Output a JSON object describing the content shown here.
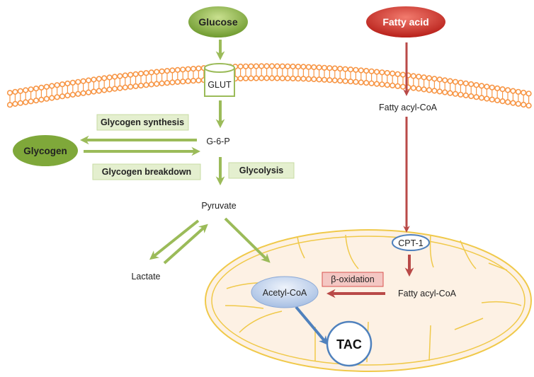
{
  "nodes": {
    "glucose": "Glucose",
    "fatty_acid": "Fatty acid",
    "glut": "GLUT",
    "fatty_acyl_coa_top": "Fatty acyl-CoA",
    "glycogen_synthesis": "Glycogen synthesis",
    "glycogen": "Glycogen",
    "g6p": "G-6-P",
    "glycogen_breakdown": "Glycogen breakdown",
    "glycolysis": "Glycolysis",
    "pyruvate": "Pyruvate",
    "lactate": "Lactate",
    "cpt1": "CPT-1",
    "beta_oxidation": "β-oxidation",
    "fatty_acyl_coa_mito": "Fatty acyl-CoA",
    "acetyl_coa": "Acetyl-CoA",
    "tac": "TAC"
  },
  "colors": {
    "green_arrow": "#9bbb59",
    "green_node": "#7fa83a",
    "red_arrow": "#b94a48",
    "red_node": "#d0312d",
    "blue_arrow": "#4f81bd",
    "membrane": "#f79646",
    "mito_fill": "#fdf1e4",
    "mito_line": "#f0c94a",
    "label_box_green": "#e4efcf",
    "label_box_red": "#f4c7c3"
  }
}
